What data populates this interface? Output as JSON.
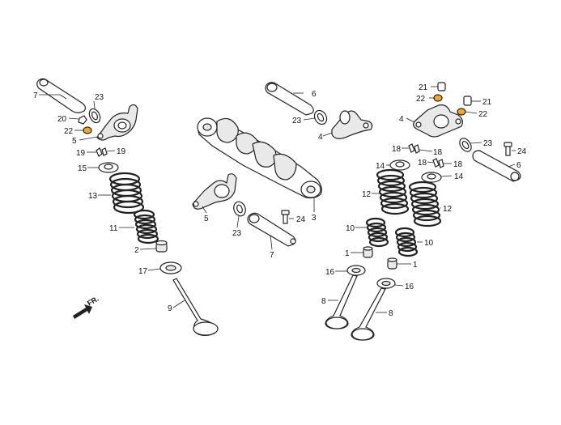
{
  "diagram": {
    "highlight_color": "#f5a623",
    "line_color": "#222222",
    "front_label": "FR.",
    "callouts": {
      "c7a": "7",
      "c23a": "23",
      "c20": "20",
      "c22a": "22",
      "c5a": "5",
      "c19a": "19",
      "c19b": "19",
      "c15": "15",
      "c13": "13",
      "c11": "11",
      "c2": "2",
      "c17": "17",
      "c9": "9",
      "c6a": "6",
      "c23b": "23",
      "c4a": "4",
      "c3": "3",
      "c5b": "5",
      "c23c": "23",
      "c24a": "24",
      "c7b": "7",
      "c21a": "21",
      "c22b": "22",
      "c4b": "4",
      "c21b": "21",
      "c22c": "22",
      "c18a": "18",
      "c18b": "18",
      "c18c": "18",
      "c18d": "18",
      "c23d": "23",
      "c24b": "24",
      "c6b": "6",
      "c14a": "14",
      "c14b": "14",
      "c12a": "12",
      "c12b": "12",
      "c10a": "10",
      "c10b": "10",
      "c1a": "1",
      "c1b": "1",
      "c16a": "16",
      "c16b": "16",
      "c8a": "8",
      "c8b": "8"
    }
  }
}
